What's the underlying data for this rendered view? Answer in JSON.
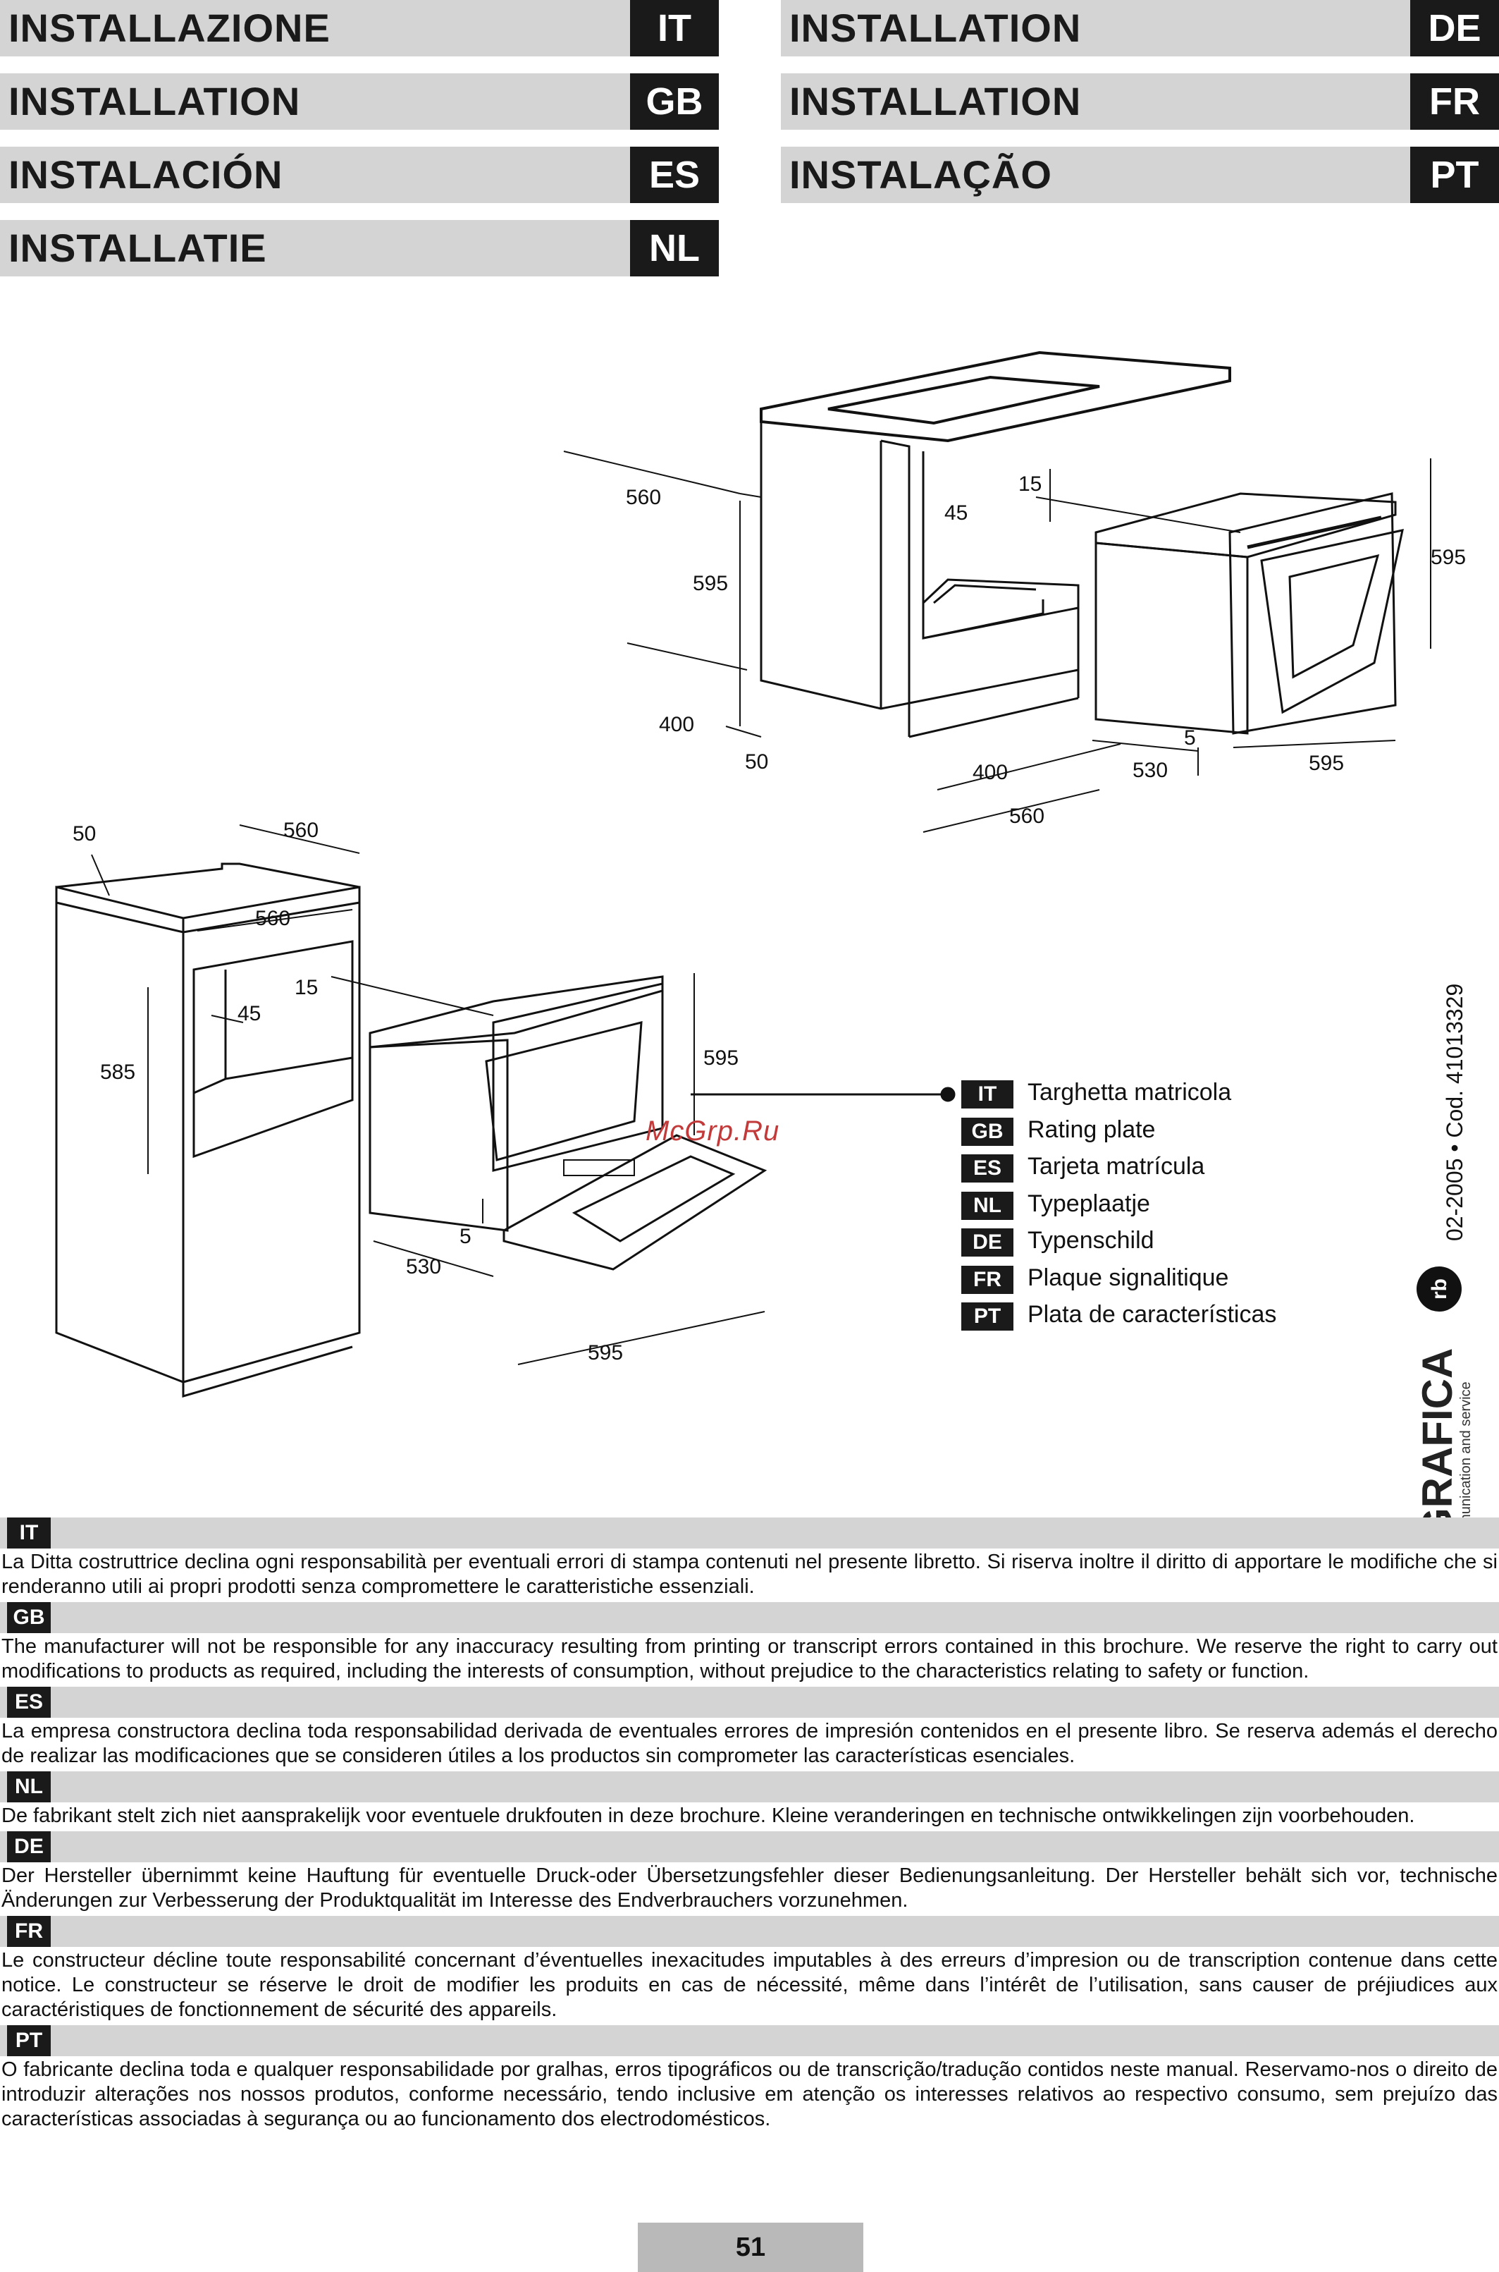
{
  "headers": [
    {
      "title": "INSTALLAZIONE",
      "code": "IT"
    },
    {
      "title": "INSTALLATION",
      "code": "GB"
    },
    {
      "title": "INSTALACIÓN",
      "code": "ES"
    },
    {
      "title": "INSTALLATIE",
      "code": "NL"
    },
    {
      "title": "INSTALLATION",
      "code": "DE"
    },
    {
      "title": "INSTALLATION",
      "code": "FR"
    },
    {
      "title": "INSTALAÇÃO",
      "code": "PT"
    }
  ],
  "diagram_top": {
    "dims": [
      "560",
      "595",
      "45",
      "15",
      "595",
      "400",
      "50",
      "400",
      "560",
      "5",
      "530",
      "595"
    ]
  },
  "diagram_bottom": {
    "dims": [
      "50",
      "560",
      "560",
      "15",
      "45",
      "585",
      "595",
      "5",
      "530",
      "595"
    ]
  },
  "watermark": "McGrp.Ru",
  "legend": [
    {
      "code": "IT",
      "text": "Targhetta matricola"
    },
    {
      "code": "GB",
      "text": "Rating plate"
    },
    {
      "code": "ES",
      "text": "Tarjeta matrícula"
    },
    {
      "code": "NL",
      "text": "Typeplaatje"
    },
    {
      "code": "DE",
      "text": "Typenschild"
    },
    {
      "code": "FR",
      "text": "Plaque signalitique"
    },
    {
      "code": "PT",
      "text": "Plata de características"
    }
  ],
  "side_code": "02-2005 • Cod. 41013329",
  "logo": {
    "name": "GRAFICA",
    "tagline": "comunication and service"
  },
  "notes": [
    {
      "code": "IT",
      "text": "La Ditta costruttrice declina ogni responsabilità per eventuali errori di stampa contenuti nel presente libretto. Si riserva inoltre il diritto di apportare le modifiche che si renderanno utili ai propri prodotti senza compromettere le caratteristiche essenziali."
    },
    {
      "code": "GB",
      "text": "The manufacturer will not be responsible for any inaccuracy resulting from printing or transcript errors contained in this brochure. We reserve the right to carry out modifications to products as required, including the interests of consumption, without prejudice to the characteristics relating to safety or function."
    },
    {
      "code": "ES",
      "text": "La empresa constructora declina toda responsabilidad derivada de eventuales errores de impresión contenidos en el presente libro. Se reserva además el derecho de realizar las modificaciones que se consideren útiles a los productos sin comprometer las características esenciales."
    },
    {
      "code": "NL",
      "text": "De fabrikant stelt zich niet aansprakelijk voor eventuele drukfouten in deze brochure. Kleine veranderingen en technische ontwikkelingen zijn voorbehouden."
    },
    {
      "code": "DE",
      "text": "Der Hersteller übernimmt keine Hauftung für eventuelle Druck-oder Übersetzungsfehler dieser Bedienungsanleitung. Der Hersteller behält sich vor, technische Änderungen zur Verbesserung der Produktqualität im Interesse des Endverbrauchers vorzunehmen."
    },
    {
      "code": "FR",
      "text": "Le constructeur décline toute responsabilité concernant d’éventuelles inexacitudes imputables à des erreurs d’impresion ou de transcription contenue dans cette notice. Le constructeur se réserve le droit de modifier les produits en cas de nécessité, même dans l’intérêt de l’utilisation, sans causer de préjiudices aux caractéristiques de fonctionnement de sécurité des appareils."
    },
    {
      "code": "PT",
      "text": "O fabricante declina toda e qualquer responsabilidade por gralhas, erros tipográficos ou de transcrição/tradução contidos neste manual. Reservamo-nos o direito de introduzir alterações nos nossos produtos, conforme necessário, tendo inclusive em atenção os interesses relativos ao respectivo consumo, sem prejuízo das características associadas à segurança ou ao funcionamento dos electrodomésticos."
    }
  ],
  "page_number": "51"
}
